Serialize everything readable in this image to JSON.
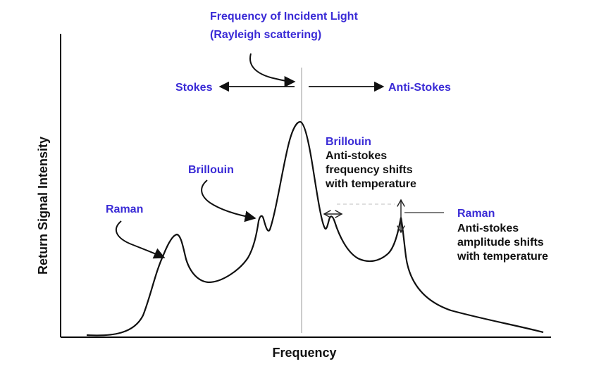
{
  "axes": {
    "xlabel": "Frequency",
    "ylabel": "Return Signal Intensity"
  },
  "labels": {
    "incident_line1": "Frequency of Incident Light",
    "incident_line2": "(Rayleigh scattering)",
    "stokes": "Stokes",
    "anti_stokes": "Anti-Stokes",
    "raman_left": "Raman",
    "brillouin_left": "Brillouin",
    "brillouin_right_title": "Brillouin",
    "brillouin_right_desc": [
      "Anti-stokes",
      "frequency shifts",
      "with temperature"
    ],
    "raman_right_title": "Raman",
    "raman_right_desc": [
      "Anti-stokes",
      "amplitude shifts",
      "with temperature"
    ]
  },
  "colors": {
    "label_blue": "#3a2bd6",
    "text_dark": "#111111",
    "axis": "#000000",
    "center_line": "#bbbbbb",
    "dashed_guide": "#cccccc"
  }
}
